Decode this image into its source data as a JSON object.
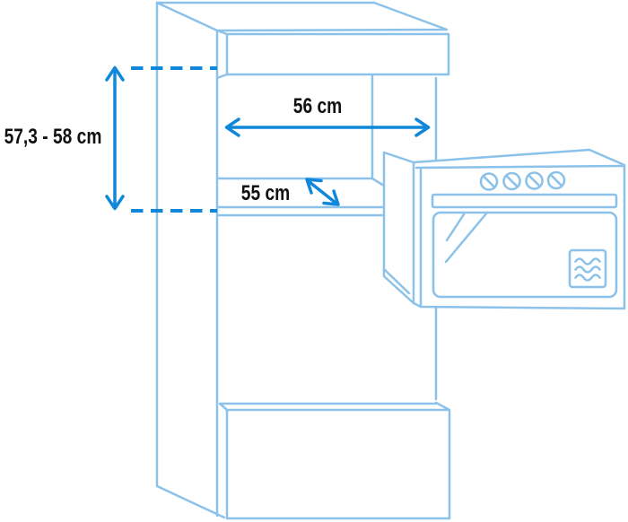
{
  "diagram": {
    "type": "installation-dimensions",
    "subject": "built-in oven cabinet niche",
    "dimension_labels": {
      "niche_height": "57,3 - 58 cm",
      "niche_width": "56 cm",
      "niche_depth": "55 cm"
    },
    "colors": {
      "outline_light_blue": "#8CC2E9",
      "dimension_blue": "#0F87DB",
      "label_text": "#111111",
      "background": "#FFFFFF"
    }
  }
}
